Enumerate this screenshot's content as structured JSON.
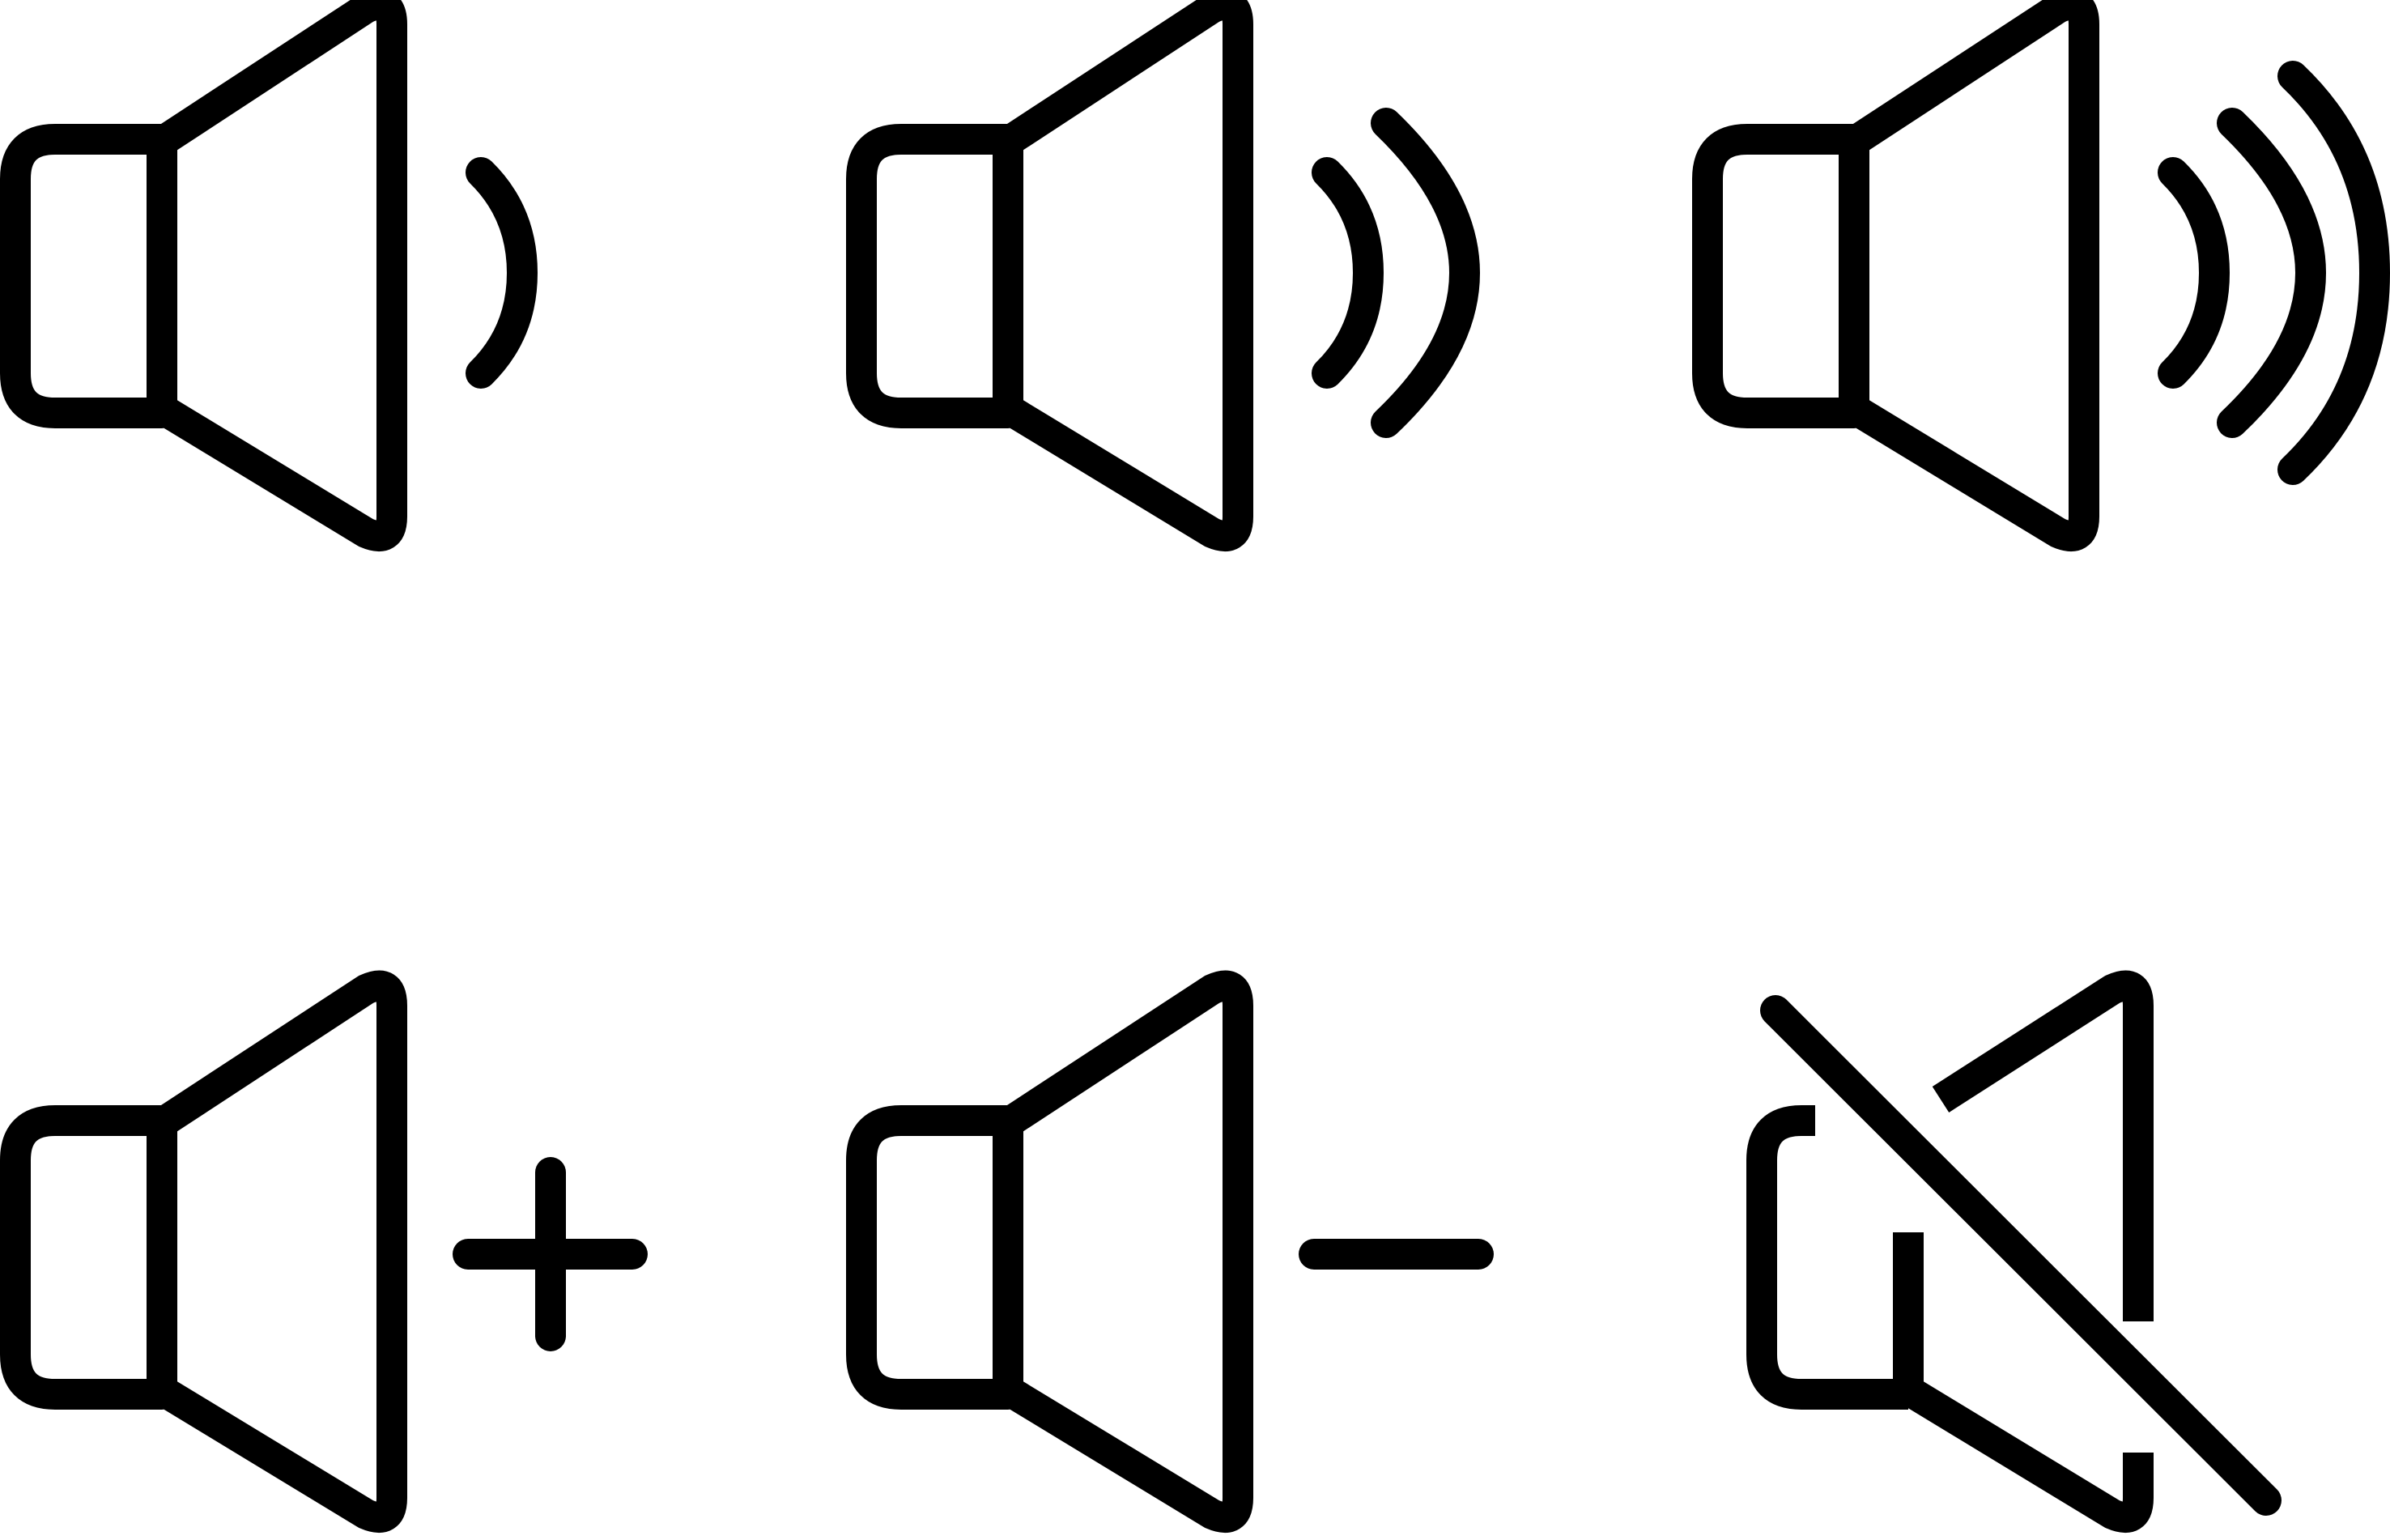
{
  "ink_color": "#000000",
  "background_color": "#ffffff",
  "icons": [
    {
      "name": "volume-low-icon",
      "waves": 1
    },
    {
      "name": "volume-medium-icon",
      "waves": 2
    },
    {
      "name": "volume-high-icon",
      "waves": 3
    },
    {
      "name": "volume-up-icon",
      "symbol": "plus"
    },
    {
      "name": "volume-down-icon",
      "symbol": "minus"
    },
    {
      "name": "volume-mute-icon",
      "symbol": "slash"
    }
  ]
}
